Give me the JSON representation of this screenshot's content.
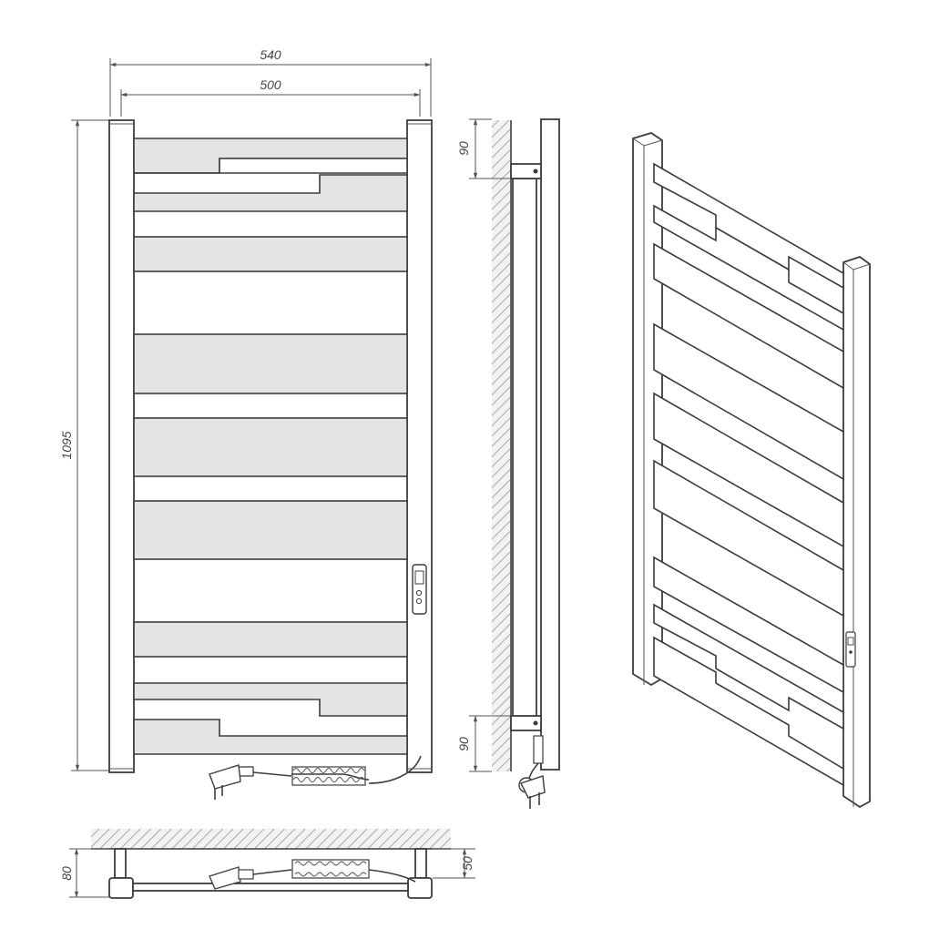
{
  "dimensions": {
    "overall_width": "540",
    "inner_width": "500",
    "height": "1095",
    "wall_offset_top": "90",
    "wall_offset_bottom": "90",
    "depth_total": "80",
    "depth_wall": "50"
  },
  "colors": {
    "line": "#3c3c3c",
    "panel_fill": "#e4e4e4",
    "background": "#ffffff"
  }
}
